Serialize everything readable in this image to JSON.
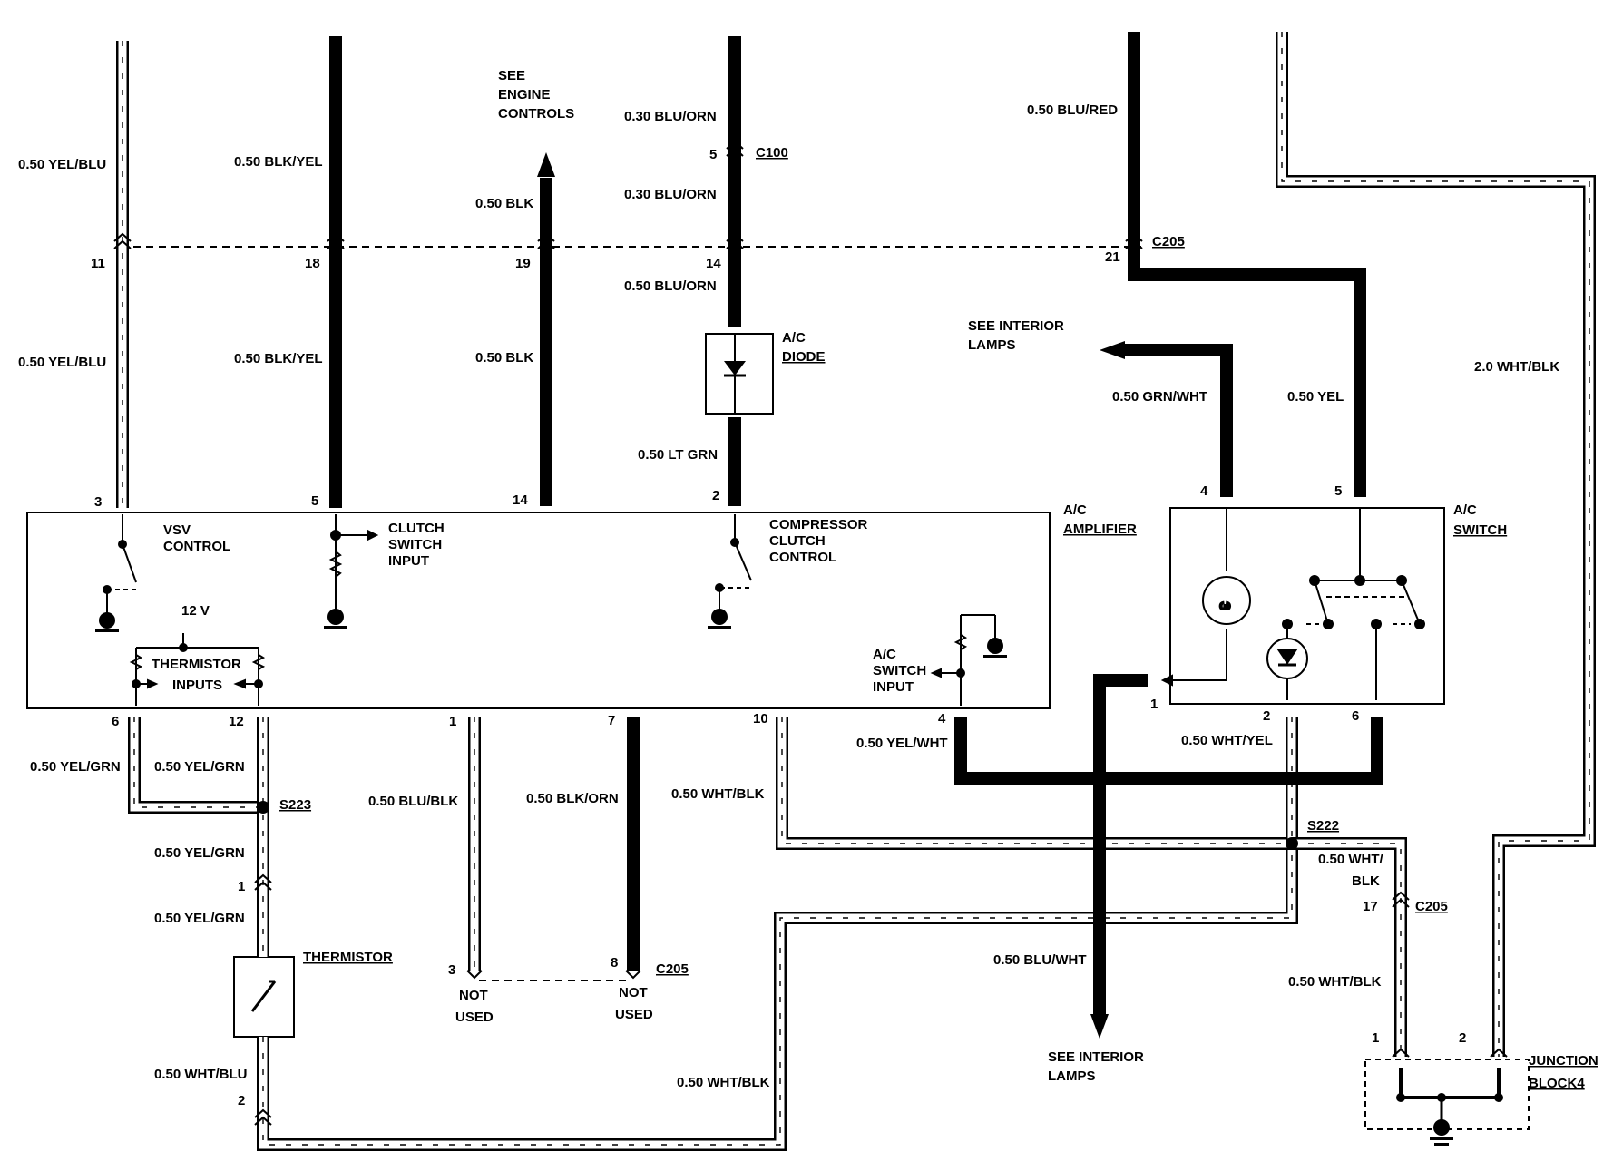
{
  "wires": {
    "w_yel_blu_top": "0.50 YEL/BLU",
    "w_yel_blu_mid": "0.50 YEL/BLU",
    "w_blk_yel_top": "0.50 BLK/YEL",
    "w_blk_yel_mid": "0.50 BLK/YEL",
    "w_blk_top": "0.50 BLK",
    "w_blk_mid": "0.50 BLK",
    "w_blu_orn_030a": "0.30 BLU/ORN",
    "w_blu_orn_030b": "0.30 BLU/ORN",
    "w_blu_orn_050": "0.50 BLU/ORN",
    "w_lt_grn": "0.50 LT GRN",
    "w_blu_red": "0.50 BLU/RED",
    "w_grn_wht": "0.50 GRN/WHT",
    "w_yel": "0.50 YEL",
    "w_wht_blk_20": "2.0 WHT/BLK",
    "w_yel_grn_a": "0.50 YEL/GRN",
    "w_yel_grn_b": "0.50 YEL/GRN",
    "w_yel_grn_c": "0.50 YEL/GRN",
    "w_yel_grn_d": "0.50 YEL/GRN",
    "w_wht_blu": "0.50 WHT/BLU",
    "w_blu_blk": "0.50 BLU/BLK",
    "w_blk_orn": "0.50 BLK/ORN",
    "w_wht_blk_a": "0.50 WHT/BLK",
    "w_wht_blk_b": "0.50 WHT/BLK",
    "w_yel_wht": "0.50 YEL/WHT",
    "w_wht_yel": "0.50 WHT/YEL",
    "w_blu_wht": "0.50 BLU/WHT",
    "w_wht_blk_c1": "0.50 WHT/",
    "w_wht_blk_c2": "BLK",
    "w_wht_blk_d": "0.50 WHT/BLK"
  },
  "refs": {
    "engine_1": "SEE",
    "engine_2": "ENGINE",
    "engine_3": "CONTROLS",
    "interior_top_1": "SEE INTERIOR",
    "interior_top_2": "LAMPS",
    "interior_bot_1": "SEE INTERIOR",
    "interior_bot_2": "LAMPS",
    "not_used_1a": "NOT",
    "not_used_1b": "USED",
    "not_used_2a": "NOT",
    "not_used_2b": "USED"
  },
  "connectors": {
    "c100": "C100",
    "c205_a": "C205",
    "c205_b": "C205",
    "c205_c": "C205",
    "s223": "S223",
    "s222": "S222"
  },
  "components": {
    "diode_1": "A/C",
    "diode_2": "DIODE",
    "amp_1": "A/C",
    "amp_2": "AMPLIFIER",
    "switch_1": "A/C",
    "switch_2": "SWITCH",
    "thermistor": "THERMISTOR",
    "jb_1": "JUNCTION",
    "jb_2": "BLOCK4"
  },
  "amp_labels": {
    "vsv_1": "VSV",
    "vsv_2": "CONTROL",
    "clutch_1": "CLUTCH",
    "clutch_2": "SWITCH",
    "clutch_3": "INPUT",
    "comp_1": "COMPRESSOR",
    "comp_2": "CLUTCH",
    "comp_3": "CONTROL",
    "v12": "12 V",
    "therm_1": "THERMISTOR",
    "therm_2": "INPUTS",
    "acsw_1": "A/C",
    "acsw_2": "SWITCH",
    "acsw_3": "INPUT"
  },
  "pins": {
    "p11": "11",
    "p18": "18",
    "p19": "19",
    "p14a": "14",
    "p21": "21",
    "p5a": "5",
    "p3a": "3",
    "p5b": "5",
    "p14b": "14",
    "p2a": "2",
    "p4a": "4",
    "p5c": "5",
    "p6a": "6",
    "p12": "12",
    "p1a": "1",
    "p7": "7",
    "p10": "10",
    "p4b": "4",
    "p1b": "1",
    "p2b": "2",
    "p6b": "6",
    "p1c": "1",
    "p2c": "2",
    "p3b": "3",
    "p8": "8",
    "p17": "17",
    "p1d": "1",
    "p2d": "2"
  }
}
